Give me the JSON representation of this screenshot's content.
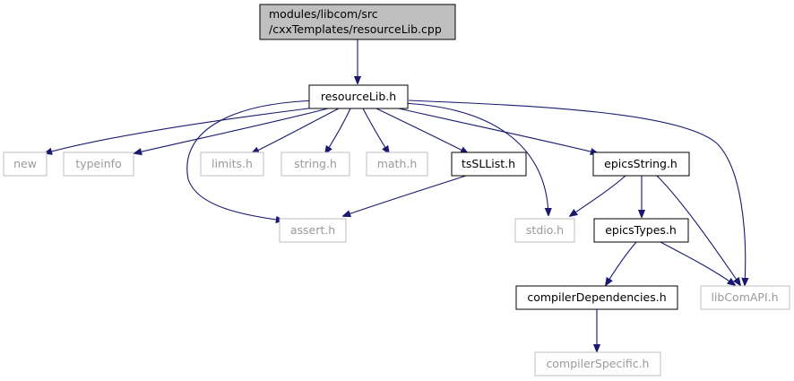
{
  "colors": {
    "root_fill": "#bfbfbf",
    "node_border": "#000000",
    "external_border": "#bfbfbf",
    "edge": "#191970"
  },
  "nodes": {
    "root": {
      "line1": "modules/libcom/src",
      "line2": "/cxxTemplates/resourceLib.cpp"
    },
    "resourceLib": {
      "label": "resourceLib.h"
    },
    "new": {
      "label": "new"
    },
    "typeinfo": {
      "label": "typeinfo"
    },
    "limits": {
      "label": "limits.h"
    },
    "string": {
      "label": "string.h"
    },
    "math": {
      "label": "math.h"
    },
    "tsSLList": {
      "label": "tsSLList.h"
    },
    "epicsString": {
      "label": "epicsString.h"
    },
    "assert": {
      "label": "assert.h"
    },
    "stdio": {
      "label": "stdio.h"
    },
    "epicsTypes": {
      "label": "epicsTypes.h"
    },
    "compilerDependencies": {
      "label": "compilerDependencies.h"
    },
    "libComAPI": {
      "label": "libComAPI.h"
    },
    "compilerSpecific": {
      "label": "compilerSpecific.h"
    }
  }
}
